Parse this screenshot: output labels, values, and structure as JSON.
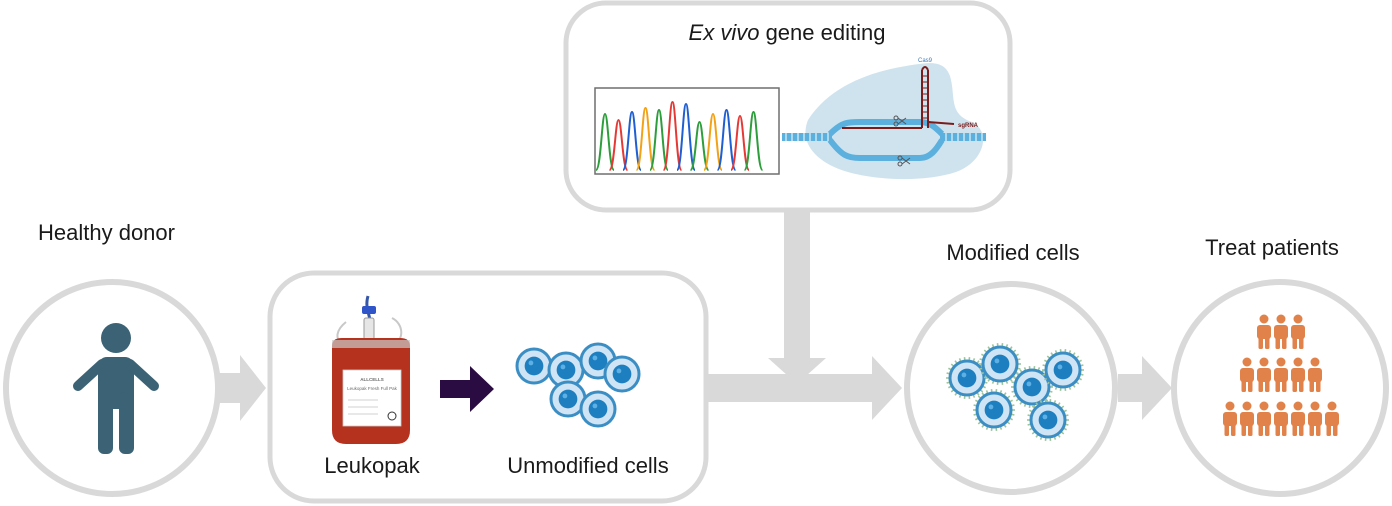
{
  "labels": {
    "healthy_donor": "Healthy donor",
    "leukopak": "Leukopak",
    "unmodified_cells": "Unmodified cells",
    "modified_cells": "Modified cells",
    "treat_patients": "Treat patients",
    "gene_editing_italic": "Ex vivo",
    "gene_editing_rest": " gene editing"
  },
  "molecule_labels": {
    "cas9": "Cas9",
    "sgrna": "sgRNA"
  },
  "bag_labels": {
    "brand": "ALLCELLS",
    "product": "Leukopak Fresh Full Pak"
  },
  "colors": {
    "outline_gray": "#d9d9d9",
    "arrow_gray": "#d9d9d9",
    "person": "#3b6375",
    "people": "#e0824a",
    "cell_ring": "#3b8ec4",
    "cell_fill": "#cfe4f5",
    "nucleus": "#1d7fbf",
    "blood": "#b5321f",
    "dark_arrow": "#2b0c42",
    "dna": "#5bb0de",
    "dna_shade": "#cfe3ee",
    "sgrna": "#7a1c1c",
    "chromatogram": [
      "#2d9e3b",
      "#e53935",
      "#1e5fd1",
      "#f2a216",
      "#2d9e3b",
      "#e53935",
      "#1e5fd1",
      "#2d9e3b",
      "#f2a216",
      "#1e5fd1",
      "#e53935",
      "#2d9e3b"
    ]
  }
}
